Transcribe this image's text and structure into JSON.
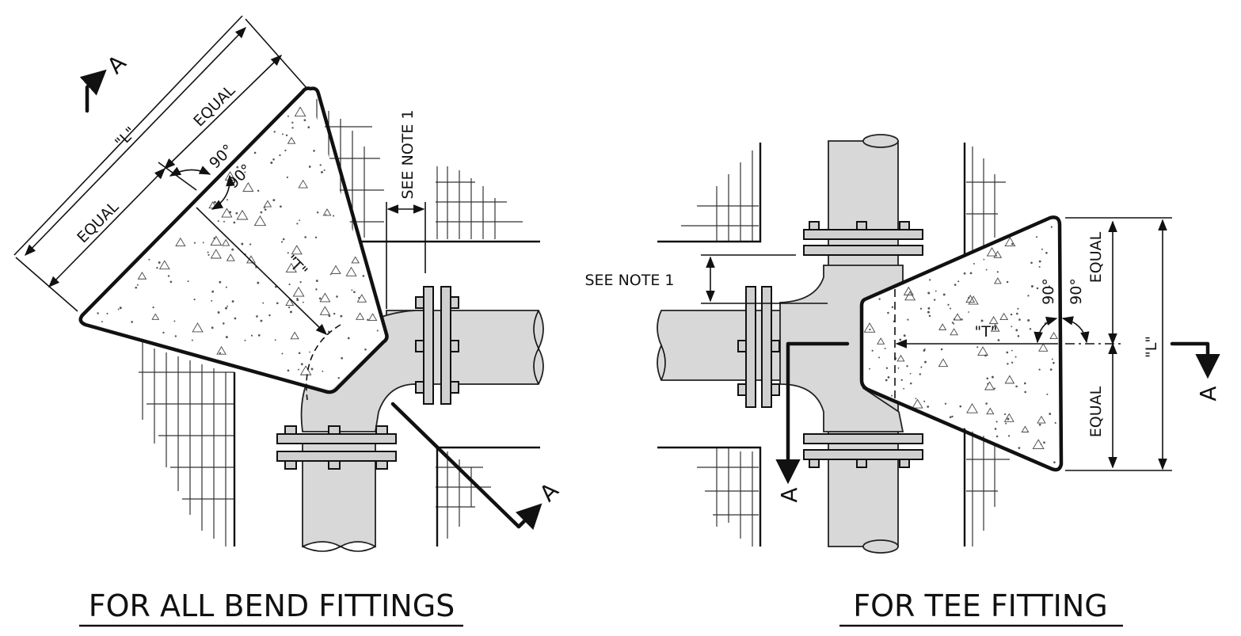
{
  "left_view": {
    "title": "FOR ALL BEND FITTINGS",
    "length_label": "\"L\"",
    "thrust_label": "\"T\"",
    "equal_upper": "EQUAL",
    "equal_lower": "EQUAL",
    "angle_1": "90°",
    "angle_2": "90°",
    "note": "SEE NOTE 1",
    "section_top": "A",
    "section_bottom": "A"
  },
  "right_view": {
    "title": "FOR TEE FITTING",
    "length_label": "\"L\"",
    "thrust_label": "\"T\"",
    "equal_upper": "EQUAL",
    "equal_lower": "EQUAL",
    "angle_1": "90°",
    "angle_2": "90°",
    "note": "SEE NOTE 1",
    "section_right": "A",
    "section_left": "A"
  },
  "colors": {
    "line": "#111111",
    "pipe_fill": "#d8d8d8",
    "concrete_fill": "#ffffff"
  }
}
